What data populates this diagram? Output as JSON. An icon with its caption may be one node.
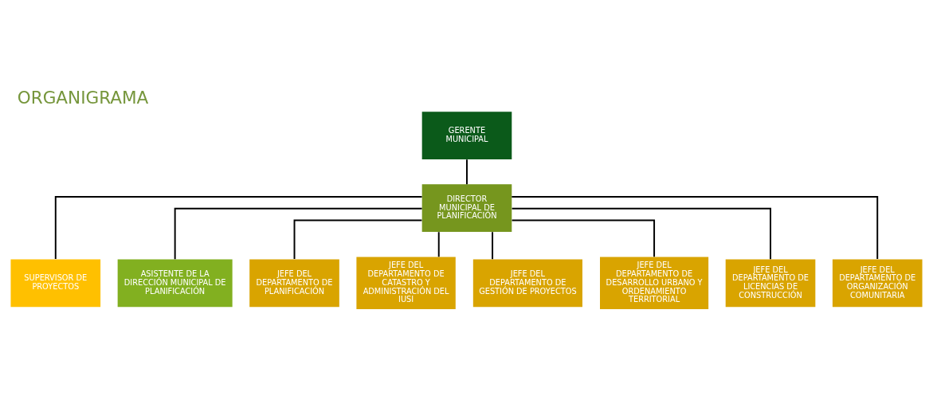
{
  "diagram": {
    "title": "ORGANIGRAMA",
    "nodes": [
      {
        "text": [
          "GERENTE MUNICIPAL"
        ]
      },
      {
        "text": [
          "DIRECTOR MUNICIPAL DE PLANIFICACIÓN"
        ]
      },
      {
        "text": [
          "SUPERVISOR DE PROYECTOS"
        ]
      },
      {
        "text": [
          "ASISTENTE DE LA DIRECCIÓN MUNICIPAL DE PLANIFICACIÓN"
        ]
      },
      {
        "text": [
          "JEFE DEL DEPARTAMENTO DE PLANIFICACIÓN"
        ]
      },
      {
        "text": [
          "JEFE DEL DEPARTAMENTO DE CATASTRO Y ADMINISTRACIÓN DEL IUSI"
        ]
      },
      {
        "text": [
          "JEFE DEL DEPARTAMENTO DE GESTIÓN DE PROYECTOS"
        ]
      },
      {
        "text": [
          "JEFE DEL DEPARTAMENTO DE DESARROLLO URBANO Y ORDENAMIENTO TERRITORIAL"
        ]
      },
      {
        "text": [
          "JEFE DEL DEPARTAMENTO DE LICENCIAS DE CONSTRUCCIÓN"
        ]
      },
      {
        "text": [
          "JEFE DEL DEPARTAMENTO DE ORGANIZACIÓN COMUNITARIA"
        ]
      }
    ],
    "edges": [
      {
        "from": 0,
        "to": 1,
        "arrow": "none"
      },
      {
        "from": 1,
        "to": 2,
        "arrow": "none"
      },
      {
        "from": 1,
        "to": 3,
        "arrow": "none"
      },
      {
        "from": 1,
        "to": 4,
        "arrow": "none"
      },
      {
        "from": 1,
        "to": 5,
        "arrow": "none"
      },
      {
        "from": 1,
        "to": 6,
        "arrow": "none"
      },
      {
        "from": 1,
        "to": 7,
        "arrow": "none"
      },
      {
        "from": 1,
        "to": 8,
        "arrow": "none"
      },
      {
        "from": 1,
        "to": 9,
        "arrow": "none"
      }
    ]
  }
}
